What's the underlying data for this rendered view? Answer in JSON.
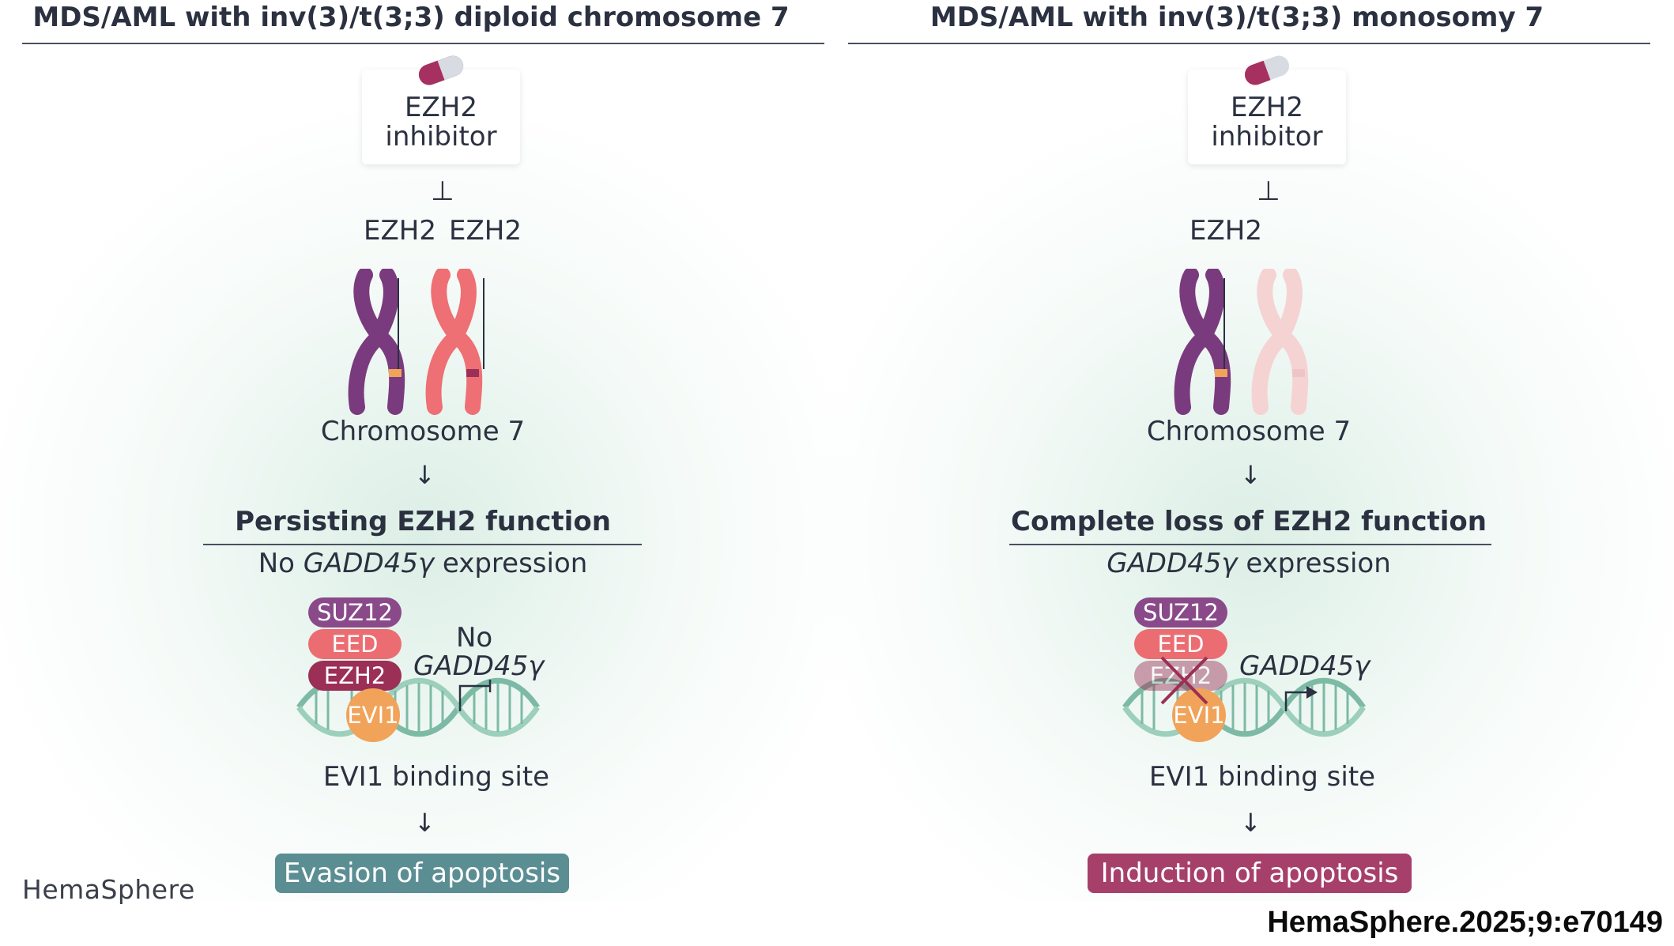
{
  "left_panel": {
    "title": "MDS/AML with inv(3)/t(3;3) diploid chromosome 7",
    "drug_line1": "EZH2",
    "drug_line2": "inhibitor",
    "inhibit_symbol": "⊥",
    "ezh2_label_a": "EZH2",
    "ezh2_label_b": "EZH2",
    "chromosome_label": "Chromosome 7",
    "arrow": "↓",
    "status_title": "Persisting EZH2 function",
    "expression_prefix": "No ",
    "expression_gene": "GADD45γ",
    "expression_suffix": " expression",
    "complex": {
      "suz12": "SUZ12",
      "eed": "EED",
      "ezh2": "EZH2",
      "evi1": "EVI1"
    },
    "gene_no": "No",
    "gene_name": "GADD45γ",
    "binding_label": "EVI1 binding site",
    "outcome": "Evasion of apoptosis"
  },
  "right_panel": {
    "title": "MDS/AML with inv(3)/t(3;3) monosomy 7",
    "drug_line1": "EZH2",
    "drug_line2": "inhibitor",
    "inhibit_symbol": "⊥",
    "ezh2_label": "EZH2",
    "chromosome_label": "Chromosome 7",
    "arrow": "↓",
    "status_title": "Complete loss of EZH2 function",
    "expression_gene": "GADD45γ",
    "expression_suffix": " expression",
    "complex": {
      "suz12": "SUZ12",
      "eed": "EED",
      "ezh2": "EZH2",
      "evi1": "EVI1"
    },
    "gene_name": "GADD45γ",
    "binding_label": "EVI1 binding site",
    "outcome": "Induction of apoptosis"
  },
  "brand": "HemaSphere",
  "citation": "HemaSphere.2025;9:e70149",
  "colors": {
    "purple_chromosome": "#7a3b7e",
    "salmon_chromosome": "#ee6f74",
    "faded_chromosome": "#f6d3d3",
    "suz12": "#8a4a8a",
    "eed": "#ec6d71",
    "ezh2": "#9c2f55",
    "evi1": "#f1a35a",
    "dna": "#7dbaa5",
    "evasion": "#5b8e93",
    "induction": "#a6406b"
  },
  "icons": [
    "pill-icon",
    "inhibition-icon",
    "arrow-down-icon",
    "transcription-arrow-icon",
    "cross-mark-icon"
  ]
}
